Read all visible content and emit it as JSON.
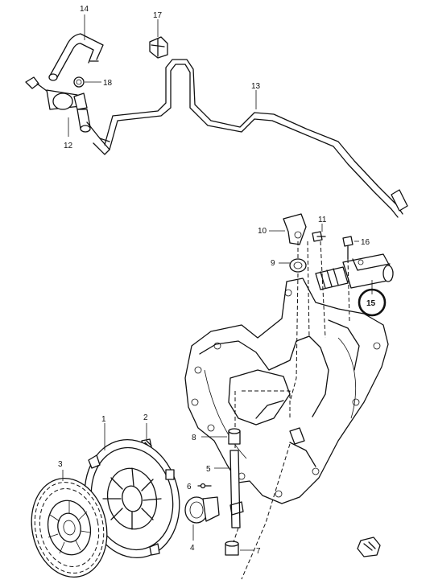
{
  "diagram": {
    "callouts": [
      "14",
      "17",
      "18",
      "13",
      "12",
      "11",
      "10",
      "16",
      "9",
      "15",
      "2",
      "1",
      "8",
      "3",
      "5",
      "6",
      "4",
      "7"
    ],
    "highlighted_callout": "15",
    "colors": {
      "line": "#111111",
      "background": "#ffffff"
    },
    "icons": [
      "front-direction-arrow-icon"
    ]
  }
}
